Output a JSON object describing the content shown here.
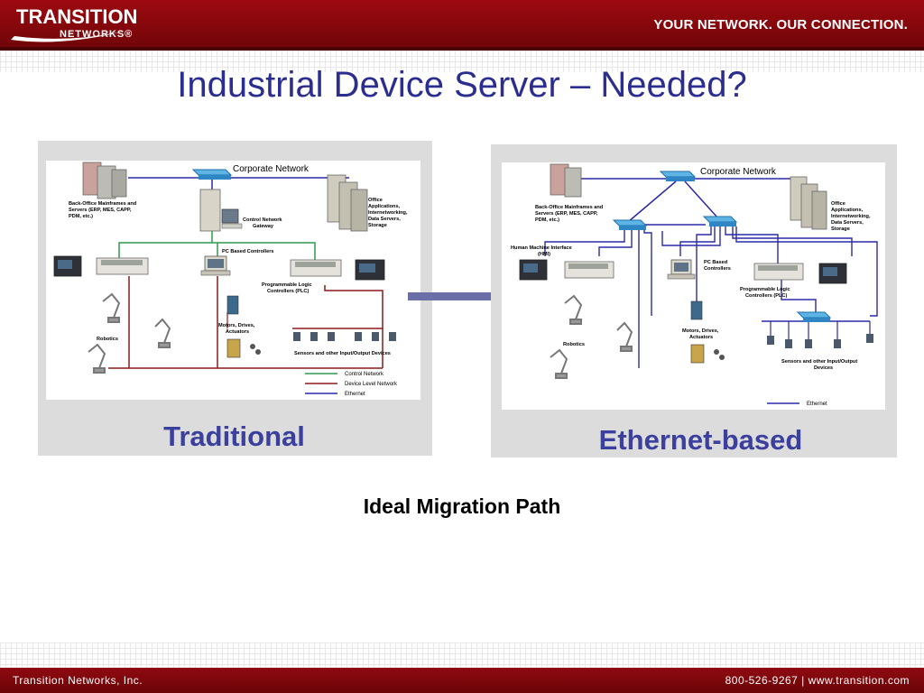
{
  "header": {
    "logo_line1": "TRANSITION",
    "logo_line2": "NETWORKS®",
    "tagline": "YOUR NETWORK. OUR CONNECTION."
  },
  "slide": {
    "title": "Industrial Device Server – Needed?",
    "subtitle": "Ideal Migration Path"
  },
  "left_diagram": {
    "caption": "Traditional",
    "corporate_network": "Corporate Network",
    "back_office": [
      "Back-Office Mainframes and",
      "Servers (ERP, MES, CAPP,",
      "PDM, etc.)"
    ],
    "office_apps": [
      "Office",
      "Applications,",
      "Internetworking,",
      "Data Servers,",
      "Storage"
    ],
    "gateway": [
      "Control Network",
      "Gateway"
    ],
    "pc_controllers": "PC Based Controllers",
    "plc": [
      "Programmable Logic",
      "Controllers (PLC)"
    ],
    "motors": [
      "Motors, Drives,",
      "Actuators"
    ],
    "robotics": "Robotics",
    "sensors": "Sensors and other Input/Output Devices",
    "legend": [
      "Control Network",
      "Device Level Network",
      "Ethernet"
    ]
  },
  "right_diagram": {
    "caption": "Ethernet-based",
    "corporate_network": "Corporate Network",
    "back_office": [
      "Back-Office Mainframes and",
      "Servers (ERP, MES, CAPP,",
      "PDM, etc.)"
    ],
    "office_apps": [
      "Office",
      "Applications,",
      "Internetworking,",
      "Data Servers,",
      "Storage"
    ],
    "hmi": [
      "Human Machine Interface",
      "(HMI)"
    ],
    "pc_controllers": [
      "PC Based",
      "Controllers"
    ],
    "plc": [
      "Programmable Logic",
      "Controllers (PLC)"
    ],
    "motors": [
      "Motors, Drives,",
      "Actuators"
    ],
    "robotics": "Robotics",
    "sensors": [
      "Sensors and other Input/Output",
      "Devices"
    ],
    "legend": [
      "Ethernet"
    ]
  },
  "footer": {
    "company": "Transition Networks, Inc.",
    "contact": "800-526-9267 | www.transition.com"
  },
  "colors": {
    "header_red": "#8f0a10",
    "title_blue": "#2b2d8f",
    "control_network": "#2e9a4e",
    "device_level_network": "#8b1a1a",
    "ethernet": "#2a2aa8",
    "arrow": "#6b6fa8"
  }
}
